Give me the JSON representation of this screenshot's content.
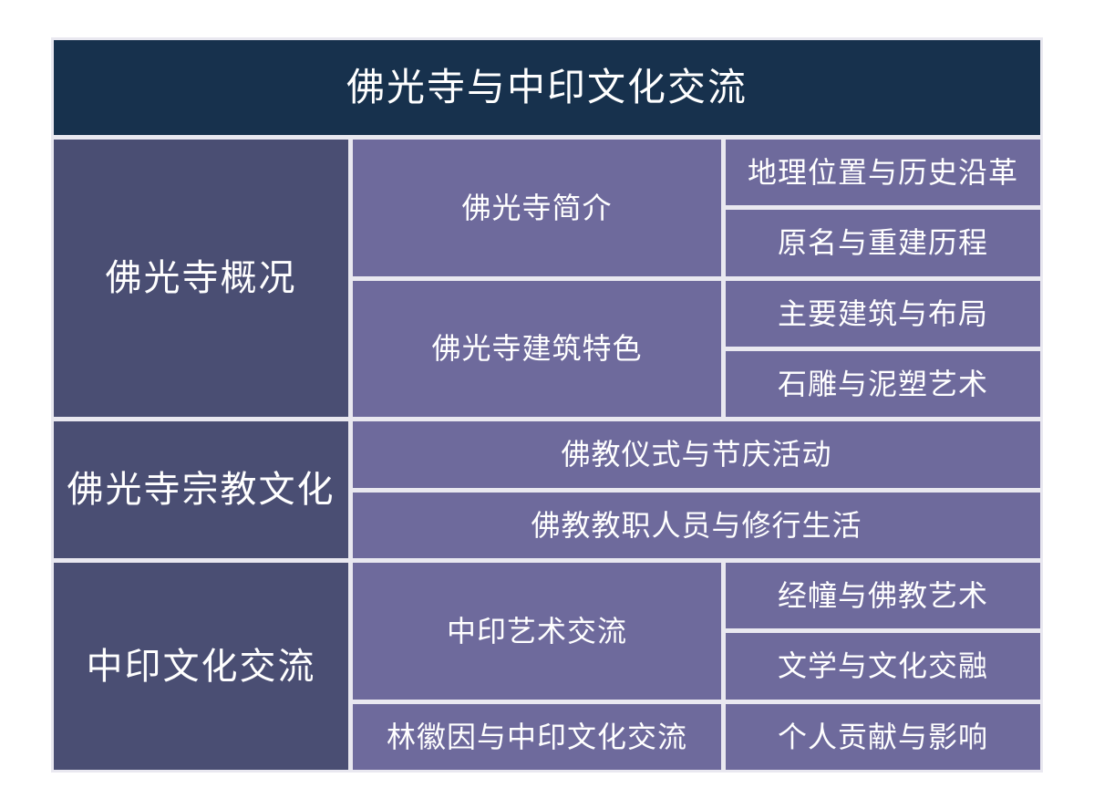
{
  "title": "佛光寺与中印文化交流",
  "colors": {
    "header_bg": "#17314d",
    "level1_bg": "#4a4e73",
    "level2_bg": "#6e6a9c",
    "grid_line": "#e9e8f0",
    "text": "#ffffff",
    "page_bg": "#ffffff"
  },
  "sections": [
    {
      "label": "佛光寺概况",
      "children": [
        {
          "label": "佛光寺简介",
          "children": [
            "地理位置与历史沿革",
            "原名与重建历程"
          ]
        },
        {
          "label": "佛光寺建筑特色",
          "children": [
            "主要建筑与布局",
            "石雕与泥塑艺术"
          ]
        }
      ]
    },
    {
      "label": "佛光寺宗教文化",
      "children": [
        {
          "label": "佛教仪式与节庆活动",
          "children": []
        },
        {
          "label": "佛教教职人员与修行生活",
          "children": []
        }
      ]
    },
    {
      "label": "中印文化交流",
      "children": [
        {
          "label": "中印艺术交流",
          "children": [
            "经幢与佛教艺术",
            "文学与文化交融"
          ]
        },
        {
          "label": "林徽因与中印文化交流",
          "children": [
            "个人贡献与影响"
          ]
        }
      ]
    }
  ]
}
